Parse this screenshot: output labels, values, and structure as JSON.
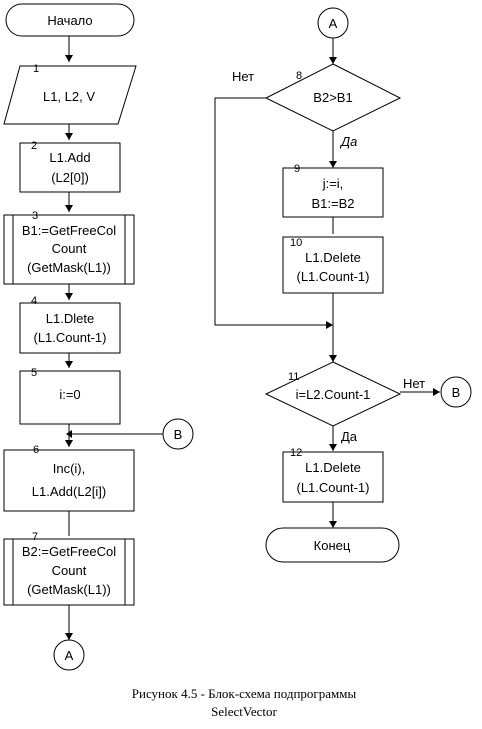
{
  "start": {
    "label": "Начало"
  },
  "end": {
    "label": "Конец"
  },
  "blocks": {
    "b1": {
      "num": "1",
      "lines": [
        "L1, L2, V"
      ]
    },
    "b2": {
      "num": "2",
      "lines": [
        "L1.Add",
        "(L2[0])"
      ]
    },
    "b3": {
      "num": "3",
      "lines": [
        "B1:=GetFreeCol",
        "Count",
        "(GetMask(L1))"
      ]
    },
    "b4": {
      "num": "4",
      "lines": [
        "L1.Dlete",
        "(L1.Count-1)"
      ]
    },
    "b5": {
      "num": "5",
      "lines": [
        "i:=0"
      ]
    },
    "b6": {
      "num": "6",
      "lines": [
        "Inc(i),",
        "L1.Add(L2[i])"
      ]
    },
    "b7": {
      "num": "7",
      "lines": [
        "B2:=GetFreeCol",
        "Count",
        "(GetMask(L1))"
      ]
    },
    "b8": {
      "num": "8",
      "lines": [
        "B2>B1"
      ]
    },
    "b9": {
      "num": "9",
      "lines": [
        "j:=i,",
        "B1:=B2"
      ]
    },
    "b10": {
      "num": "10",
      "lines": [
        "L1.Delete",
        "(L1.Count-1)"
      ]
    },
    "b11": {
      "num": "11",
      "lines": [
        "i=L2.Count-1"
      ]
    },
    "b12": {
      "num": "12",
      "lines": [
        "L1.Delete",
        "(L1.Count-1)"
      ]
    }
  },
  "connectors": {
    "a_bottom": "A",
    "a_top": "A",
    "b_right": "B",
    "b_left": "B"
  },
  "branch_labels": {
    "b8_no": "Нет",
    "b8_yes": "Да",
    "b11_no": "Нет",
    "b11_yes": "Да"
  },
  "caption": {
    "line1": "Рисунок 4.5 - Блок-схема подпрограммы",
    "line2": "SelectVector"
  }
}
